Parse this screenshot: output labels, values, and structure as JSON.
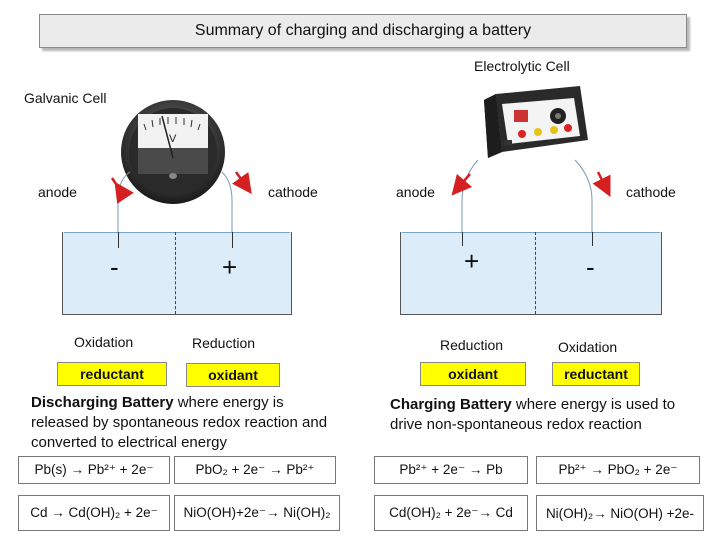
{
  "title": "Summary of charging and discharging a battery",
  "galvanic": {
    "heading": "Galvanic Cell",
    "meter_symbol": "V",
    "anode": "anode",
    "cathode": "cathode",
    "left_sign": "-",
    "right_sign": "+",
    "left_process": "Oxidation",
    "right_process": "Reduction",
    "left_role": "reductant",
    "right_role": "oxidant",
    "desc_bold": "Discharging Battery",
    "desc_rest": " where energy is released by spontaneous redox reaction and converted to electrical energy",
    "equations": [
      "Pb(s)  →  Pb²⁺ + 2e⁻",
      "PbO₂ + 2e⁻  →  Pb²⁺",
      "Cd → Cd(OH)₂ + 2e⁻",
      "NiO(OH)+2e⁻→ Ni(OH)₂"
    ]
  },
  "electrolytic": {
    "heading": "Electrolytic Cell",
    "anode": "anode",
    "cathode": "cathode",
    "left_sign": "+",
    "right_sign": "-",
    "left_process": "Reduction",
    "right_process": "Oxidation",
    "left_role": "oxidant",
    "right_role": "reductant",
    "desc_bold": "Charging Battery",
    "desc_rest": " where energy is used to drive non-spontaneous redox reaction",
    "equations": [
      "Pb²⁺ + 2e⁻  →  Pb",
      "Pb²⁺  →  PbO₂ + 2e⁻",
      "Cd(OH)₂ + 2e⁻→ Cd",
      "Ni(OH)₂→ NiO(OH) +2e-"
    ]
  },
  "colors": {
    "solution": "#dcecf8",
    "highlight": "#ffff00",
    "arrow": "#d42020"
  }
}
